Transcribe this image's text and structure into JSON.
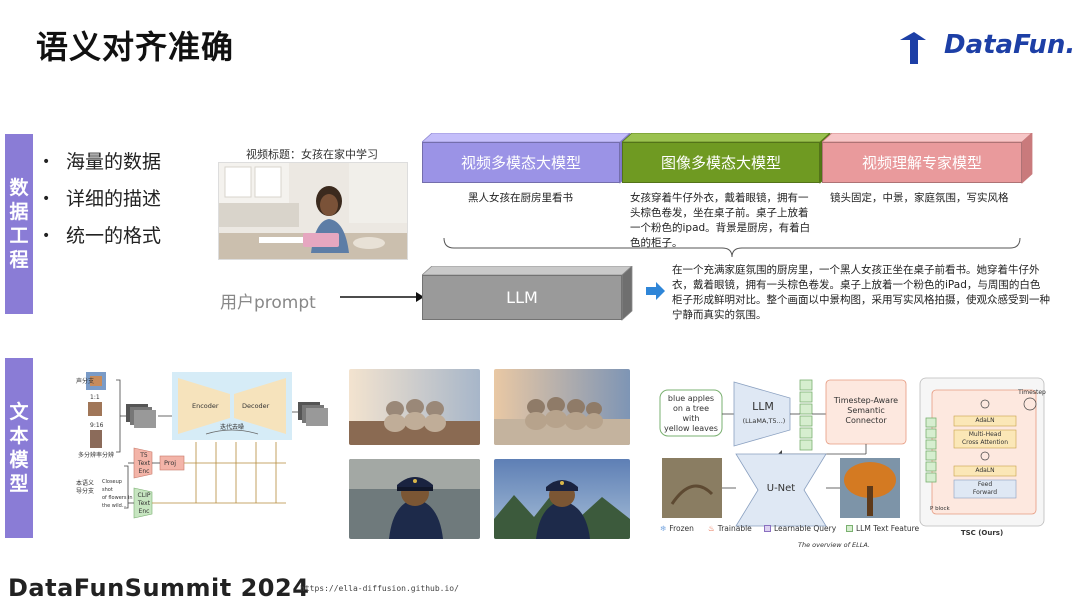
{
  "title": "语义对齐准确",
  "logo": {
    "name": "DataFun.",
    "colors": {
      "primary": "#1d3fa6",
      "accent": "#f4a21d"
    }
  },
  "sections": {
    "data": {
      "label_chars": [
        "数",
        "据",
        "工",
        "程"
      ]
    },
    "model": {
      "label_chars": [
        "文",
        "本",
        "模",
        "型"
      ]
    }
  },
  "bullets": [
    "海量的数据",
    "详细的描述",
    "统一的格式"
  ],
  "video_caption": "视频标题：女孩在家中学习",
  "models": [
    {
      "label": "视频多模态大模型",
      "color": "#9b93e6",
      "desc": "黑人女孩在厨房里看书"
    },
    {
      "label": "图像多模态大模型",
      "color": "#6f9a22",
      "desc": "女孩穿着牛仔外衣，戴着眼镜，拥有一头棕色卷发，坐在桌子前。桌子上放着一个粉色的ipad。背景是厨房，有着白色的柜子。"
    },
    {
      "label": "视频理解专家模型",
      "color": "#e99a9c",
      "desc": "镜头固定，中景，家庭氛围，写实风格"
    }
  ],
  "user_prompt": "用户prompt",
  "llm_label": "LLM",
  "llm_output": "在一个充满家庭氛围的厨房里，一个黑人女孩正坐在桌子前看书。她穿着牛仔外衣，戴着眼镜，拥有一头棕色卷发。桌子上放着一个粉色的iPad，与周围的白色柜子形成鲜明对比。整个画面以中景构图，采用写实风格拍摄，使观众感受到一种宁静而真实的氛围。",
  "arch_diagram": {
    "labels": {
      "noise_cls": "噪声分支",
      "ratios": [
        "1:1",
        "9:16"
      ],
      "multi_res": "多分辨率分辨",
      "text_sem": "文本语义\n引导分支",
      "caption": "Closeup shot\nof flowers in\nthe wild...",
      "encoder": "Encoder",
      "decoder": "Decoder",
      "iter": "迭代去噪",
      "t5": "T5\nText\nEnc",
      "clip": "CLIP\nText\nEnc",
      "proj": "Proj"
    }
  },
  "ella": {
    "prompt": "blue apples\non a tree\nwith\nyellow leaves",
    "llm": "LLM",
    "llm_sub": "(LLaMA,T5...)",
    "connector": "Timestep-Aware\nSemantic\nConnector",
    "unet": "U-Net",
    "tsc_title": "TSC (Ours)",
    "timestep": "Timestep",
    "adaln1": "AdaLN",
    "mhca": "Multi-Head\nCross Attention",
    "adaln2": "AdaLN",
    "ff": "Feed\nForward",
    "block": "P block",
    "legend": [
      "Frozen",
      "Trainable",
      "Learnable Query",
      "LLM Text Feature"
    ],
    "caption": "The overview of ELLA."
  },
  "footer": {
    "brand": "DataFunSummit 2024",
    "url": "https://ella-diffusion.github.io/"
  }
}
